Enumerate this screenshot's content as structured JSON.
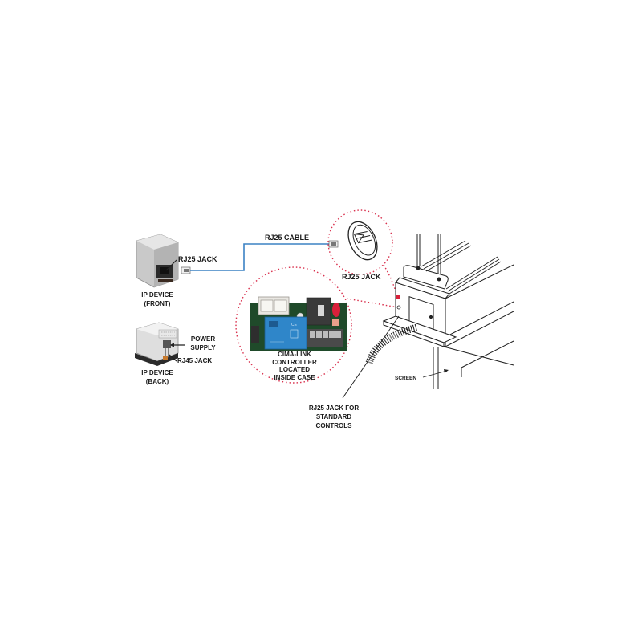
{
  "diagram": {
    "type": "wiring-installation-diagram",
    "colors": {
      "cable": "#3b82c4",
      "callout_dotted": "#d9304d",
      "controller_transformer": "#2f86c9",
      "relay_red": "#d8203a",
      "line_art": "#222222"
    },
    "labels": {
      "rj25_jack_front": "RJ25 JACK",
      "ip_device_front": [
        "IP DEVICE",
        "(FRONT)"
      ],
      "power_supply": [
        "POWER",
        "SUPPLY"
      ],
      "rj45_jack": "RJ45 JACK",
      "ip_device_back": [
        "IP DEVICE",
        "(BACK)"
      ],
      "rj25_cable": "RJ25 CABLE",
      "rj25_jack_callout": "RJ25 JACK",
      "controller": [
        "CIMA-LINK",
        "CONTROLLER",
        "LOCATED",
        "INSIDE CASE"
      ],
      "rj25_jack_standard": [
        "RJ25 JACK FOR",
        "STANDARD",
        "CONTROLS"
      ],
      "screen": "SCREEN"
    },
    "components": [
      {
        "id": "ip-device-front",
        "label": "IP DEVICE (FRONT)"
      },
      {
        "id": "ip-device-back",
        "label": "IP DEVICE (BACK)"
      },
      {
        "id": "rj25-cable",
        "label": "RJ25 CABLE"
      },
      {
        "id": "rj25-jack-detail",
        "label": "RJ25 JACK"
      },
      {
        "id": "cima-link-controller",
        "label": "CIMA-LINK CONTROLLER LOCATED INSIDE CASE"
      },
      {
        "id": "screen-case",
        "label": "SCREEN"
      }
    ]
  }
}
